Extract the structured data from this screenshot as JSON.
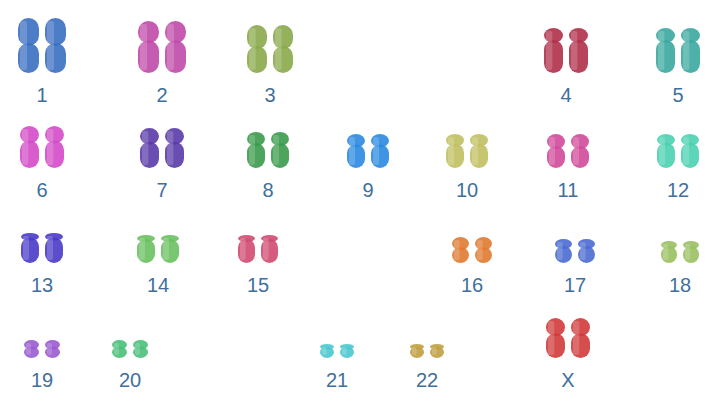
{
  "diagram": {
    "labels": [
      "1",
      "2",
      "3",
      "4",
      "5",
      "6",
      "7",
      "8",
      "9",
      "10",
      "11",
      "12",
      "13",
      "14",
      "15",
      "16",
      "17",
      "18",
      "19",
      "20",
      "21",
      "22",
      "X"
    ]
  }
}
